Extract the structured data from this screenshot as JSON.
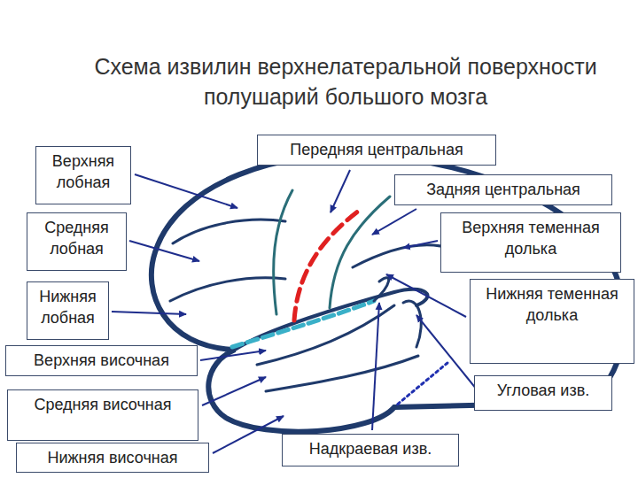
{
  "diagram": {
    "title": "Схема извилин верхнелатеральной поверхности полушарий большого мозга",
    "nodes": [
      {
        "text": [
          "Передняя центральная"
        ]
      },
      {
        "text": [
          "Верхняя лобная"
        ]
      },
      {
        "text": [
          "Задняя центральная"
        ]
      },
      {
        "text": [
          "Средняя лобная"
        ]
      },
      {
        "text": [
          "Верхняя теменная долька"
        ]
      },
      {
        "text": [
          "Нижняя теменная долька"
        ]
      },
      {
        "text": [
          "Нижняя лобная"
        ]
      },
      {
        "text": [
          "Верхняя височная"
        ]
      },
      {
        "text": [
          "Угловая изв."
        ]
      },
      {
        "text": [
          "Средняя височная"
        ]
      },
      {
        "text": [
          "Надкраевая изв."
        ]
      },
      {
        "text": [
          "Нижняя височная"
        ]
      }
    ]
  }
}
